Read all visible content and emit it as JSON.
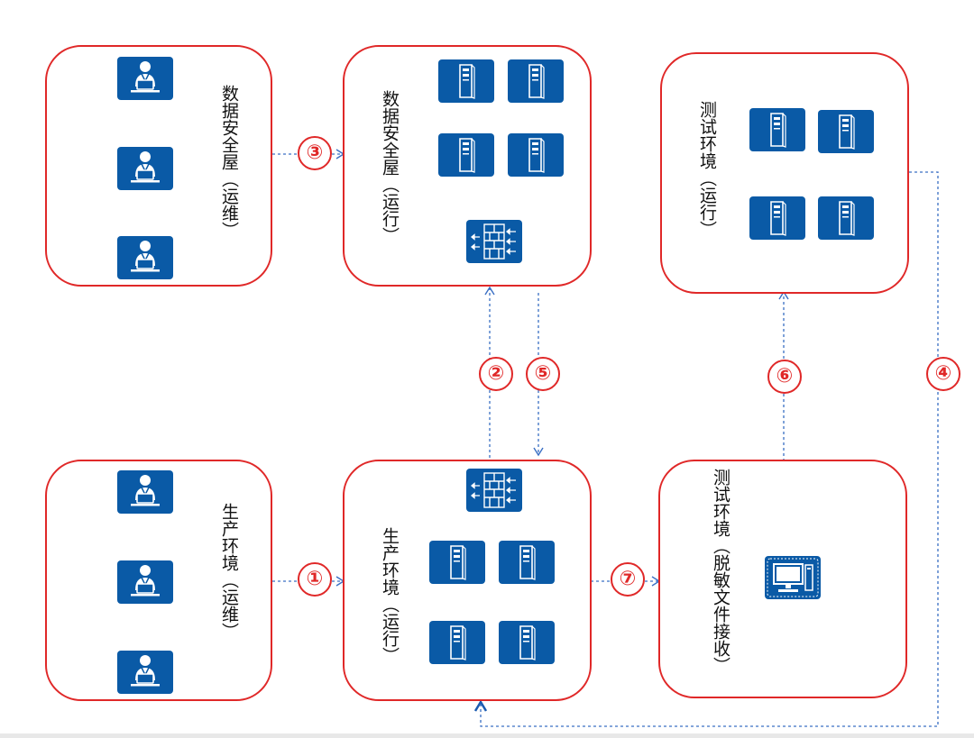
{
  "colors": {
    "box_border": "#e02828",
    "icon_fill": "#0a5aa6",
    "connector": "#3a6fc4",
    "step": "#e02828"
  },
  "boxes": {
    "security_ops": {
      "label": "数据安全屋（运维）",
      "icons": [
        "operator-icon",
        "operator-icon",
        "operator-icon"
      ]
    },
    "security_run": {
      "label": "数据安全屋（运行）",
      "icons": [
        "server-icon",
        "server-icon",
        "server-icon",
        "server-icon",
        "firewall-icon"
      ]
    },
    "test_run": {
      "label": "测试环境（运行）",
      "icons": [
        "server-icon",
        "server-icon",
        "server-icon",
        "server-icon"
      ]
    },
    "prod_ops": {
      "label": "生产环境（运维）",
      "icons": [
        "operator-icon",
        "operator-icon",
        "operator-icon"
      ]
    },
    "prod_run": {
      "label": "生产环境（运行）",
      "icons": [
        "firewall-icon",
        "server-icon",
        "server-icon",
        "server-icon",
        "server-icon"
      ]
    },
    "test_recv": {
      "label": "测试环境（脱敏文件接收）",
      "icons": [
        "computer-icon"
      ]
    }
  },
  "steps": {
    "s1": "①",
    "s2": "②",
    "s3": "③",
    "s4": "④",
    "s5": "⑤",
    "s6": "⑥",
    "s7": "⑦"
  }
}
